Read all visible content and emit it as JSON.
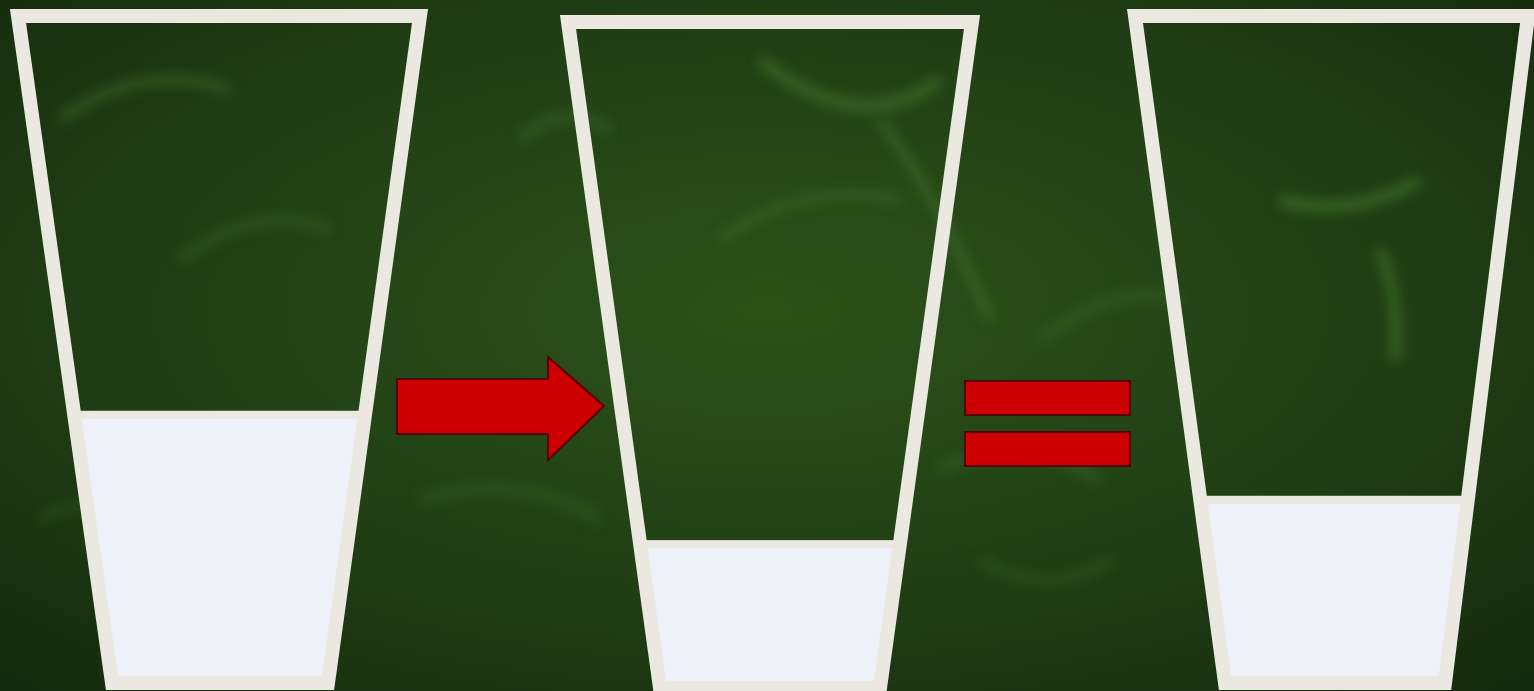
{
  "colors": {
    "background": "#1f3d14",
    "background_dark": "#14290c",
    "background_leaf": "#3f6e2a",
    "cup_outline": "#ebe8e2",
    "liquid": "#eef2f8",
    "operator_fill": "#cc0000",
    "operator_stroke": "#5a0000"
  },
  "diagram": {
    "cups": [
      {
        "name": "cup-1",
        "fill_level": 0.4
      },
      {
        "name": "cup-2",
        "fill_level": 0.21
      },
      {
        "name": "cup-3",
        "fill_level": 0.27
      }
    ],
    "operators": [
      "arrow",
      "equals"
    ]
  }
}
